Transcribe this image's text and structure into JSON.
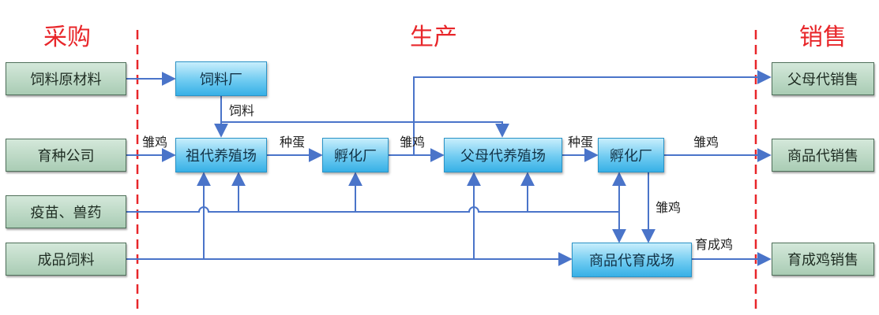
{
  "sections": {
    "purchase": "采购",
    "production": "生产",
    "sales": "销售"
  },
  "procurement": {
    "feed_raw": "饲料原材料",
    "breeding_co": "育种公司",
    "vaccine": "疫苗、兽药",
    "finished_feed": "成品饲料"
  },
  "production": {
    "feed_mill": "饲料厂",
    "gp_farm": "祖代养殖场",
    "hatchery1": "孵化厂",
    "pp_farm": "父母代养殖场",
    "hatchery2": "孵化厂",
    "broiler_farm": "商品代育成场"
  },
  "sales": {
    "pp_sales": "父母代销售",
    "commercial_sales": "商品代销售",
    "broiler_sales": "育成鸡销售"
  },
  "flow_labels": {
    "feed": "饲料",
    "chicks1": "雏鸡",
    "eggs1": "种蛋",
    "chicks2": "雏鸡",
    "eggs2": "种蛋",
    "chicks3": "雏鸡",
    "chicks4": "雏鸡",
    "grown": "育成鸡"
  },
  "colors": {
    "section_title": "#e8262a",
    "divider": "#e8262a",
    "arrow": "#4a74c9",
    "procurement_box": "#bcd9c5",
    "production_box": "#5cc2ee"
  }
}
